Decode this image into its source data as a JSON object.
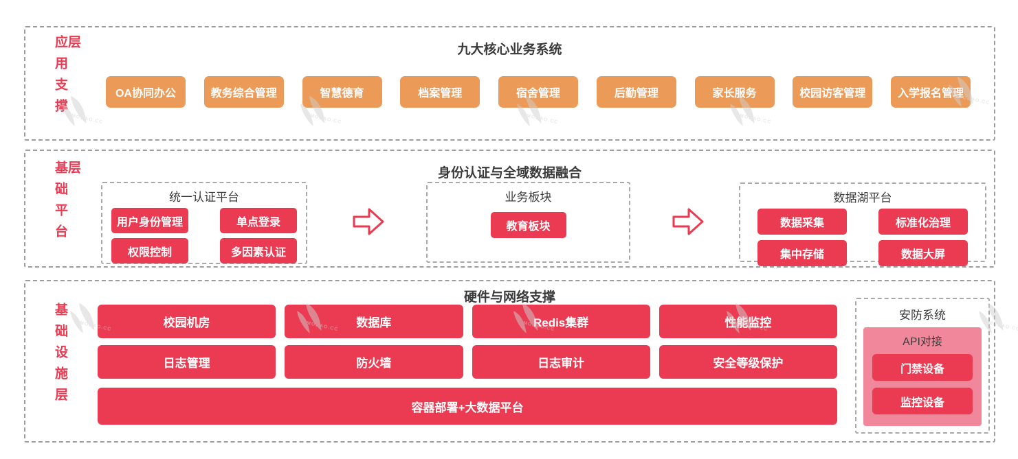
{
  "watermark": {
    "text": "MODAO.CC"
  },
  "colors": {
    "accent_red": "#ea3b52",
    "accent_orange": "#ec9a57",
    "panel_pink": "#f0879b",
    "title_dark": "#3a3a3a",
    "border_gray": "#9c9c9c"
  },
  "layer1": {
    "label": "应用支撑层",
    "title": "九大核心业务系统",
    "buttons": [
      "OA协同办公",
      "教务综合管理",
      "智慧德育",
      "档案管理",
      "宿舍管理",
      "后勤管理",
      "家长服务",
      "校园访客管理",
      "入学报名管理"
    ]
  },
  "layer2": {
    "label": "基础平台层",
    "title": "身份认证与全域数据融合",
    "auth_group": {
      "title": "统一认证平台",
      "buttons": [
        "用户身份管理",
        "单点登录",
        "权限控制",
        "多因素认证"
      ]
    },
    "business_group": {
      "title": "业务板块",
      "buttons": [
        "教育板块"
      ]
    },
    "datalake_group": {
      "title": "数据湖平台",
      "buttons": [
        "数据采集",
        "标准化治理",
        "集中存储",
        "数据大屏"
      ]
    }
  },
  "layer3": {
    "label": "基础设施层",
    "title": "硬件与网络支撑",
    "grid_buttons": [
      "校园机房",
      "数据库",
      "Redis集群",
      "性能监控",
      "日志管理",
      "防火墙",
      "日志审计",
      "安全等级保护"
    ],
    "wide_button": "容器部署+大数据平台",
    "security": {
      "title": "安防系统",
      "subtitle": "API对接",
      "buttons": [
        "门禁设备",
        "监控设备"
      ]
    }
  }
}
